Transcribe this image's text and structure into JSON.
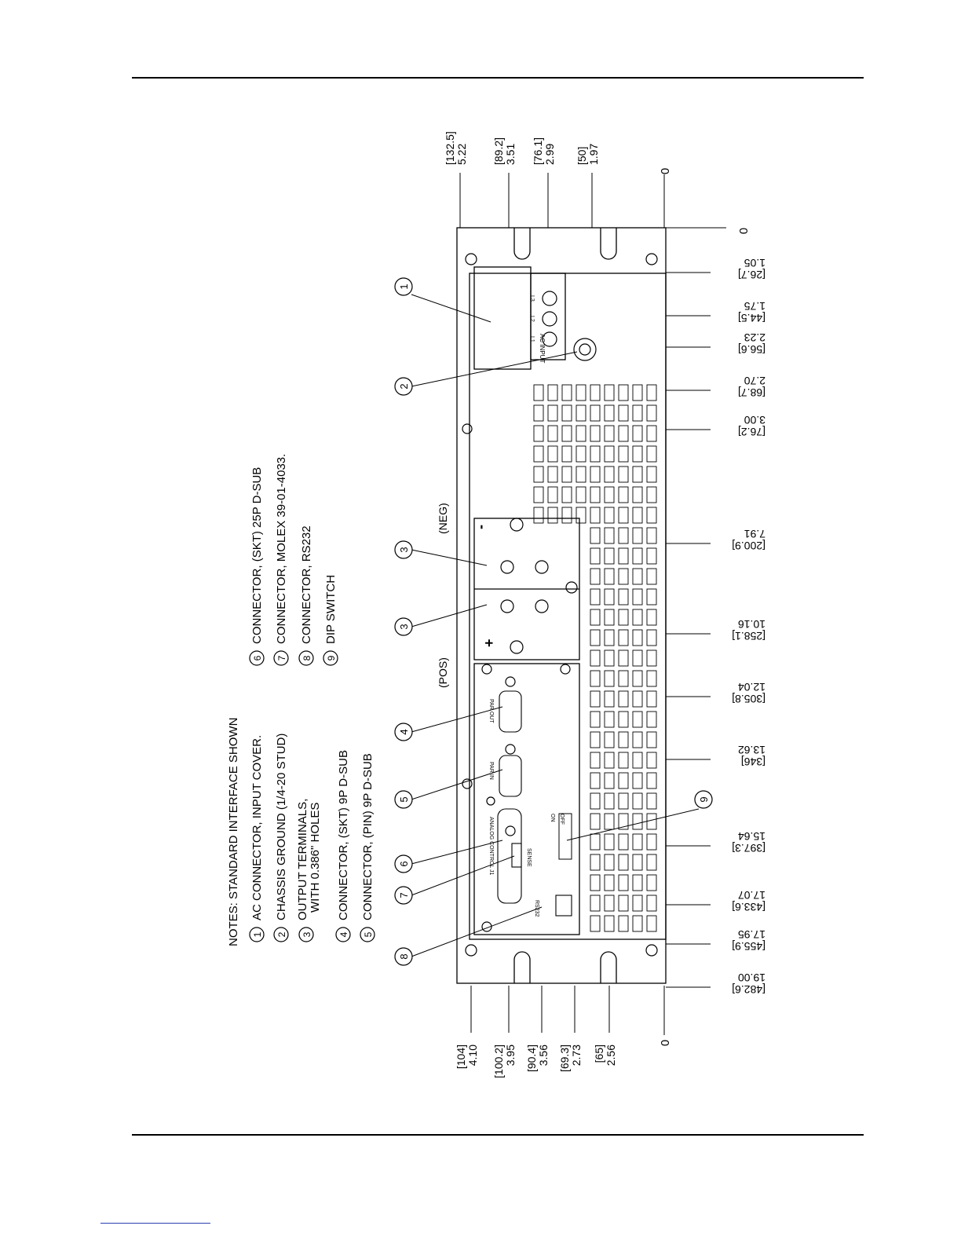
{
  "notes": {
    "title": "NOTES: STANDARD INTERFACE SHOWN",
    "items": [
      {
        "num": "1",
        "lines": [
          "AC CONNECTOR, INPUT COVER."
        ]
      },
      {
        "num": "2",
        "lines": [
          "CHASSIS GROUND (1/4-20 STUD)"
        ]
      },
      {
        "num": "3",
        "lines": [
          "OUTPUT TERMINALS,",
          "WITH 0.386\" HOLES"
        ]
      },
      {
        "num": "4",
        "lines": [
          "CONNECTOR, (SKT) 9P D-SUB"
        ]
      },
      {
        "num": "5",
        "lines": [
          "CONNECTOR, (PIN) 9P D-SUB"
        ]
      },
      {
        "num": "6",
        "lines": [
          "CONNECTOR, (SKT) 25P D-SUB"
        ]
      },
      {
        "num": "7",
        "lines": [
          "CONNECTOR, MOLEX 39-01-4033."
        ]
      },
      {
        "num": "8",
        "lines": [
          "CONNECTOR, RS232"
        ]
      },
      {
        "num": "9",
        "lines": [
          "DIP SWITCH"
        ]
      }
    ]
  },
  "panel_labels": {
    "pos": "(POS)",
    "neg": "(NEG)",
    "plus": "+",
    "minus": "-",
    "ac_input": "AC INPUT",
    "l1": "L1",
    "l2": "L2",
    "l3": "L3",
    "par_out": "PAR OUT",
    "par_in": "PAR IN",
    "analog_control": "ANALOG CONTROL J1",
    "sense": "SENSE",
    "rs232": "RS232",
    "dip_on": "ON",
    "dip_off": "OFF"
  },
  "callouts": [
    "1",
    "2",
    "3",
    "3",
    "4",
    "5",
    "6",
    "7",
    "8",
    "9"
  ],
  "dims_top": [
    {
      "mm": "132.5",
      "in": "5.22"
    },
    {
      "mm": "89.2",
      "in": "3.51"
    },
    {
      "mm": "76.1",
      "in": "2.99"
    },
    {
      "mm": "50",
      "in": "1.97"
    }
  ],
  "dims_bottom": [
    {
      "mm": "104",
      "in": "4.10"
    },
    {
      "mm": "100.2",
      "in": "3.95"
    },
    {
      "mm": "90.4",
      "in": "3.56"
    },
    {
      "mm": "69.3",
      "in": "2.73"
    },
    {
      "mm": "65",
      "in": "2.56"
    }
  ],
  "dims_right": [
    {
      "mm": "26.7",
      "in": "1.05"
    },
    {
      "mm": "44.5",
      "in": "1.75"
    },
    {
      "mm": "56.6",
      "in": "2.23"
    },
    {
      "mm": "68.7",
      "in": "2.70"
    },
    {
      "mm": "76.2",
      "in": "3.00"
    },
    {
      "mm": "200.9",
      "in": "7.91"
    },
    {
      "mm": "258.1",
      "in": "10.16"
    },
    {
      "mm": "305.8",
      "in": "12.04"
    },
    {
      "mm": "346",
      "in": "13.62"
    },
    {
      "mm": "397.3",
      "in": "15.64"
    },
    {
      "mm": "433.6",
      "in": "17.07"
    },
    {
      "mm": "455.9",
      "in": "17.95"
    },
    {
      "mm": "482.6",
      "in": "19.00"
    }
  ],
  "zero_labels": {
    "top": "0",
    "bottom": "0",
    "right": "0"
  }
}
